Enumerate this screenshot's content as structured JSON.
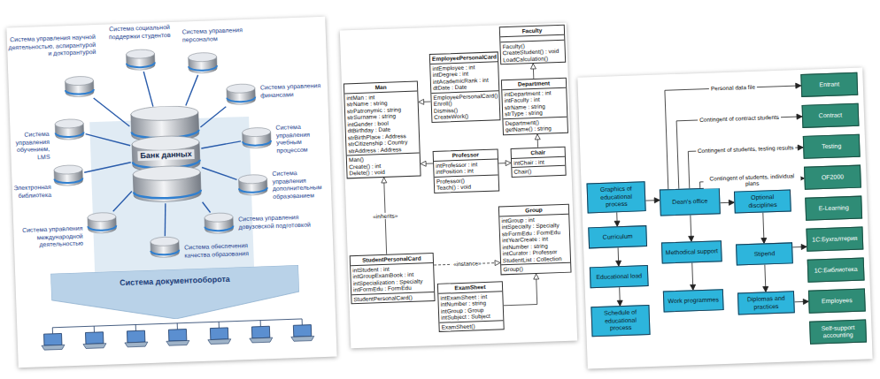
{
  "diagram": {
    "nodes": [
      {
        "text": [
          "Банк данных"
        ]
      },
      {
        "text": [
          "Система управления научной деятельностью, аспирантурой и докторантурой"
        ]
      },
      {
        "text": [
          "Система социальной поддержки студентов"
        ]
      },
      {
        "text": [
          "Система управления персоналом"
        ]
      },
      {
        "text": [
          "Система управления финансами"
        ]
      },
      {
        "text": [
          "Система управления учебным процессом"
        ]
      },
      {
        "text": [
          "Система управления дополнительным образованием"
        ]
      },
      {
        "text": [
          "Система управления довузовской подготовкой"
        ]
      },
      {
        "text": [
          "Система обеспечения качества образования"
        ]
      },
      {
        "text": [
          "Система управления международной деятельностью"
        ]
      },
      {
        "text": [
          "Электронная библиотека"
        ]
      },
      {
        "text": [
          "Система управления обучением, LMS"
        ]
      },
      {
        "text": [
          "Система документооборота"
        ]
      },
      {
        "text": [
          "Man",
          "intMan : int",
          "strName : string",
          "strPatronymic : string",
          "strSurname : string",
          "intGender : bool",
          "dtBirthday : Date",
          "strBirthPlace : Address",
          "strCitizenship : Country",
          "strAddress : Address",
          "Man()",
          "Create() : int",
          "Delete() : void"
        ]
      },
      {
        "text": [
          "EmployeePersonalCard",
          "intEmployee : int",
          "intDegree : int",
          "intAcademicRank : int",
          "dtDate : Date",
          "EmployeePersonalCard()",
          "Enroll()",
          "Dismiss()",
          "CreateWork()"
        ]
      },
      {
        "text": [
          "Faculty",
          "Faculty()",
          "CreateStudent() : void",
          "LoadCalculation()"
        ]
      },
      {
        "text": [
          "Department",
          "intDepartment : int",
          "intFaculty : int",
          "strName : string",
          "strType : string",
          "Department()",
          "getName() : string"
        ]
      },
      {
        "text": [
          "Professor",
          "intProfessor : int",
          "intPosition : int",
          "Professor()",
          "Teach() : void"
        ]
      },
      {
        "text": [
          "Chair",
          "intChair : int",
          "Chair()"
        ]
      },
      {
        "text": [
          "Group",
          "intGroup : int",
          "intSpecialty : Specialty",
          "strFormEdu : FormEdu",
          "intYearCreate : int",
          "intNumber : string",
          "intCurator : Professor",
          "StudentList : Collection",
          "Group()"
        ]
      },
      {
        "text": [
          "StudentPersonalCard",
          "intStudent : int",
          "intGroupExamBook : int",
          "intSpecialization : Specialty",
          "intFormEdu : FormEdu",
          "StudentPersonalCard()"
        ]
      },
      {
        "text": [
          "ExamSheet",
          "intExamSheet : int",
          "intNumber : string",
          "intGroup : Group",
          "intSubject : Subject",
          "ExamSheet()"
        ]
      },
      {
        "text": [
          "Graphics of educational process"
        ]
      },
      {
        "text": [
          "Curriculum"
        ]
      },
      {
        "text": [
          "Educational load"
        ]
      },
      {
        "text": [
          "Schedule of educational process"
        ]
      },
      {
        "text": [
          "Dean's office"
        ]
      },
      {
        "text": [
          "Methodical support"
        ]
      },
      {
        "text": [
          "Work programmes"
        ]
      },
      {
        "text": [
          "Optional disciplines"
        ]
      },
      {
        "text": [
          "Stipend"
        ]
      },
      {
        "text": [
          "Diplomas and practices"
        ]
      },
      {
        "text": [
          "Entrant"
        ]
      },
      {
        "text": [
          "Contract"
        ]
      },
      {
        "text": [
          "Testing"
        ]
      },
      {
        "text": [
          "OF2000"
        ]
      },
      {
        "text": [
          "E-Learning"
        ]
      },
      {
        "text": [
          "1C:Бухгалтерия"
        ]
      },
      {
        "text": [
          "1С:Библиотека"
        ]
      },
      {
        "text": [
          "Employees"
        ]
      },
      {
        "text": [
          "Self-support accounting"
        ]
      }
    ],
    "edges": [
      {
        "from": 0,
        "to": 1,
        "arrow": "none"
      },
      {
        "from": 0,
        "to": 2,
        "arrow": "none"
      },
      {
        "from": 0,
        "to": 3,
        "arrow": "none"
      },
      {
        "from": 0,
        "to": 4,
        "arrow": "none"
      },
      {
        "from": 0,
        "to": 5,
        "arrow": "none"
      },
      {
        "from": 0,
        "to": 6,
        "arrow": "none"
      },
      {
        "from": 0,
        "to": 7,
        "arrow": "none"
      },
      {
        "from": 0,
        "to": 8,
        "arrow": "none"
      },
      {
        "from": 0,
        "to": 9,
        "arrow": "none"
      },
      {
        "from": 0,
        "to": 10,
        "arrow": "none"
      },
      {
        "from": 0,
        "to": 11,
        "arrow": "none"
      },
      {
        "from": 14,
        "to": 13,
        "arrow": "to"
      },
      {
        "from": 17,
        "to": 13,
        "arrow": "to"
      },
      {
        "from": 16,
        "to": 15,
        "arrow": "to"
      },
      {
        "from": 18,
        "to": 16,
        "arrow": "to"
      },
      {
        "from": 17,
        "to": 18,
        "arrow": "to"
      },
      {
        "from": 20,
        "to": 13,
        "arrow": "to",
        "label": "«inherits»"
      },
      {
        "from": 20,
        "to": 19,
        "arrow": "to",
        "label": "«instance»"
      },
      {
        "from": 21,
        "to": 19,
        "arrow": "to"
      },
      {
        "from": 22,
        "to": 23,
        "arrow": "to"
      },
      {
        "from": 23,
        "to": 24,
        "arrow": "to"
      },
      {
        "from": 24,
        "to": 25,
        "arrow": "to"
      },
      {
        "from": 22,
        "to": 26,
        "arrow": "to"
      },
      {
        "from": 26,
        "to": 27,
        "arrow": "to"
      },
      {
        "from": 27,
        "to": 28,
        "arrow": "to"
      },
      {
        "from": 26,
        "to": 29,
        "arrow": "to"
      },
      {
        "from": 29,
        "to": 30,
        "arrow": "to"
      },
      {
        "from": 30,
        "to": 31,
        "arrow": "to"
      },
      {
        "from": 30,
        "to": 37,
        "arrow": "to"
      },
      {
        "from": 31,
        "to": 39,
        "arrow": "to"
      },
      {
        "from": 26,
        "to": 32,
        "arrow": "to",
        "label": "Personal data file"
      },
      {
        "from": 26,
        "to": 33,
        "arrow": "to",
        "label": "Contingent of contract students"
      },
      {
        "from": 26,
        "to": 34,
        "arrow": "to",
        "label": "Contingent of students, testing results"
      },
      {
        "from": 26,
        "to": 35,
        "arrow": "to",
        "label": "Contingent of students, individual plans"
      }
    ]
  }
}
